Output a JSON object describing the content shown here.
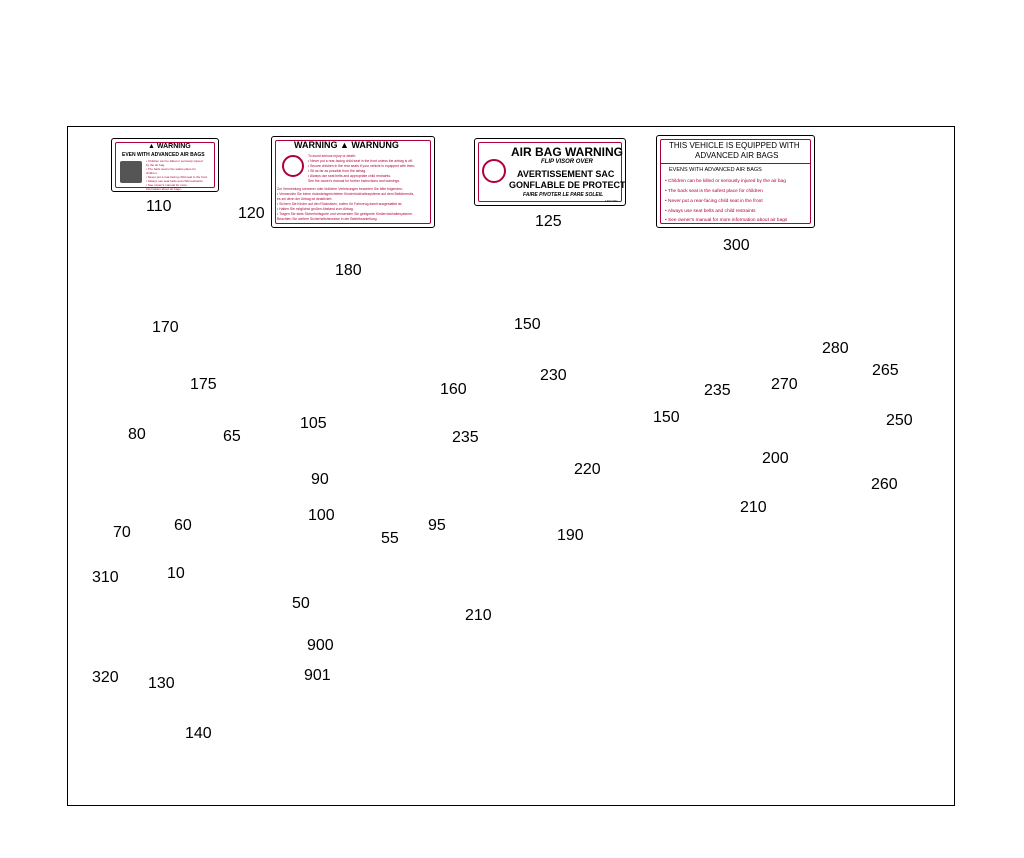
{
  "colors": {
    "line": "#b0003a",
    "ink": "#000000",
    "grey": "#8a8a8a"
  },
  "labels": {
    "l110": "110",
    "l120": "120",
    "l125": "125",
    "l300": "300",
    "l180": "180",
    "l170": "170",
    "l175": "175",
    "l150a": "150",
    "l150b": "150",
    "l160": "160",
    "l230": "230",
    "l235a": "235",
    "l235b": "235",
    "l280": "280",
    "l270": "270",
    "l265": "265",
    "l250": "250",
    "l260": "260",
    "l200": "200",
    "l210a": "210",
    "l210b": "210",
    "l220": "220",
    "l190": "190",
    "l95": "95",
    "l80": "80",
    "l65": "65",
    "l105": "105",
    "l90": "90",
    "l100": "100",
    "l70": "70",
    "l60": "60",
    "l55": "55",
    "l50": "50",
    "l10": "10",
    "l310": "310",
    "l320": "320",
    "l130": "130",
    "l140": "140",
    "l900": "900",
    "l901": "901"
  },
  "decal110": {
    "header": "▲ WARNING",
    "sub": "EVEN WITH ADVANCED AIR BAGS",
    "lines": [
      "• Children can be killed or seriously injured",
      "  by the air bag.",
      "• The back seat is the safest place for",
      "  children.",
      "• Never put a rear-facing child seat in the front.",
      "• Always use seat belts and child restraints.",
      "• See owner's manual for more",
      "  information about air bags."
    ]
  },
  "decal120": {
    "header": "WARNING ▲ WARNUNG",
    "lines_en": [
      "To avoid serious injury or death:",
      "• Never put a rear-facing child seat in the front unless the airbag is off.",
      "• Secure children in the rear seats if your vehicle is equipped with them.",
      "• Sit as far as possible from the airbag.",
      "• Always use seat belts and appropriate child restraints.",
      "See the owner's manual for further instructions and warnings."
    ],
    "lines_de": [
      "Zur Vermeidung schwerer oder tödlicher Verletzungen beachten Sie bitte folgendes:",
      "• Verwenden Sie keine rückwärtsgerichteten Kinderrückhaltesysteme auf dem Beifahrersitz,",
      "  es sei denn der Airbag ist deaktiviert.",
      "• Sichern Sie Kinder auf den Rücksitzen, sofern Ihr Fahrzeug damit ausgestattet ist.",
      "• Halten Sie möglichst großen Abstand zum Airbag.",
      "• Tragen Sie stets Sicherheitsgurte und verwenden Sie geeignete Kinderrückhaltesysteme.",
      "Beachten Sie weitere Sicherheitshinweise in der Betriebsanleitung."
    ]
  },
  "decal125": {
    "title": "AIR BAG WARNING",
    "subtitle": "FLIP VISOR OVER",
    "fr1": "AVERTISSEMENT SAC",
    "fr2": "GONFLABLE DE PROTECTION",
    "fr_sub": "FAIRE PIVOTER LE PARE SOLEIL",
    "code": "1307 P01"
  },
  "decal300": {
    "title1": "THIS VEHICLE IS EQUIPPED WITH",
    "title2": "ADVANCED AIR BAGS",
    "sub": "EVENS WITH ADVANCED AIR BAGS",
    "lines": [
      "• Children can be killed or seriously injured by the air bag",
      "• The back seat is the safest place for children",
      "• Never put a rear-facing child seat in the front",
      "• Always use seat belts and child restraints",
      "• See owner's manual for more information about air bags"
    ]
  }
}
